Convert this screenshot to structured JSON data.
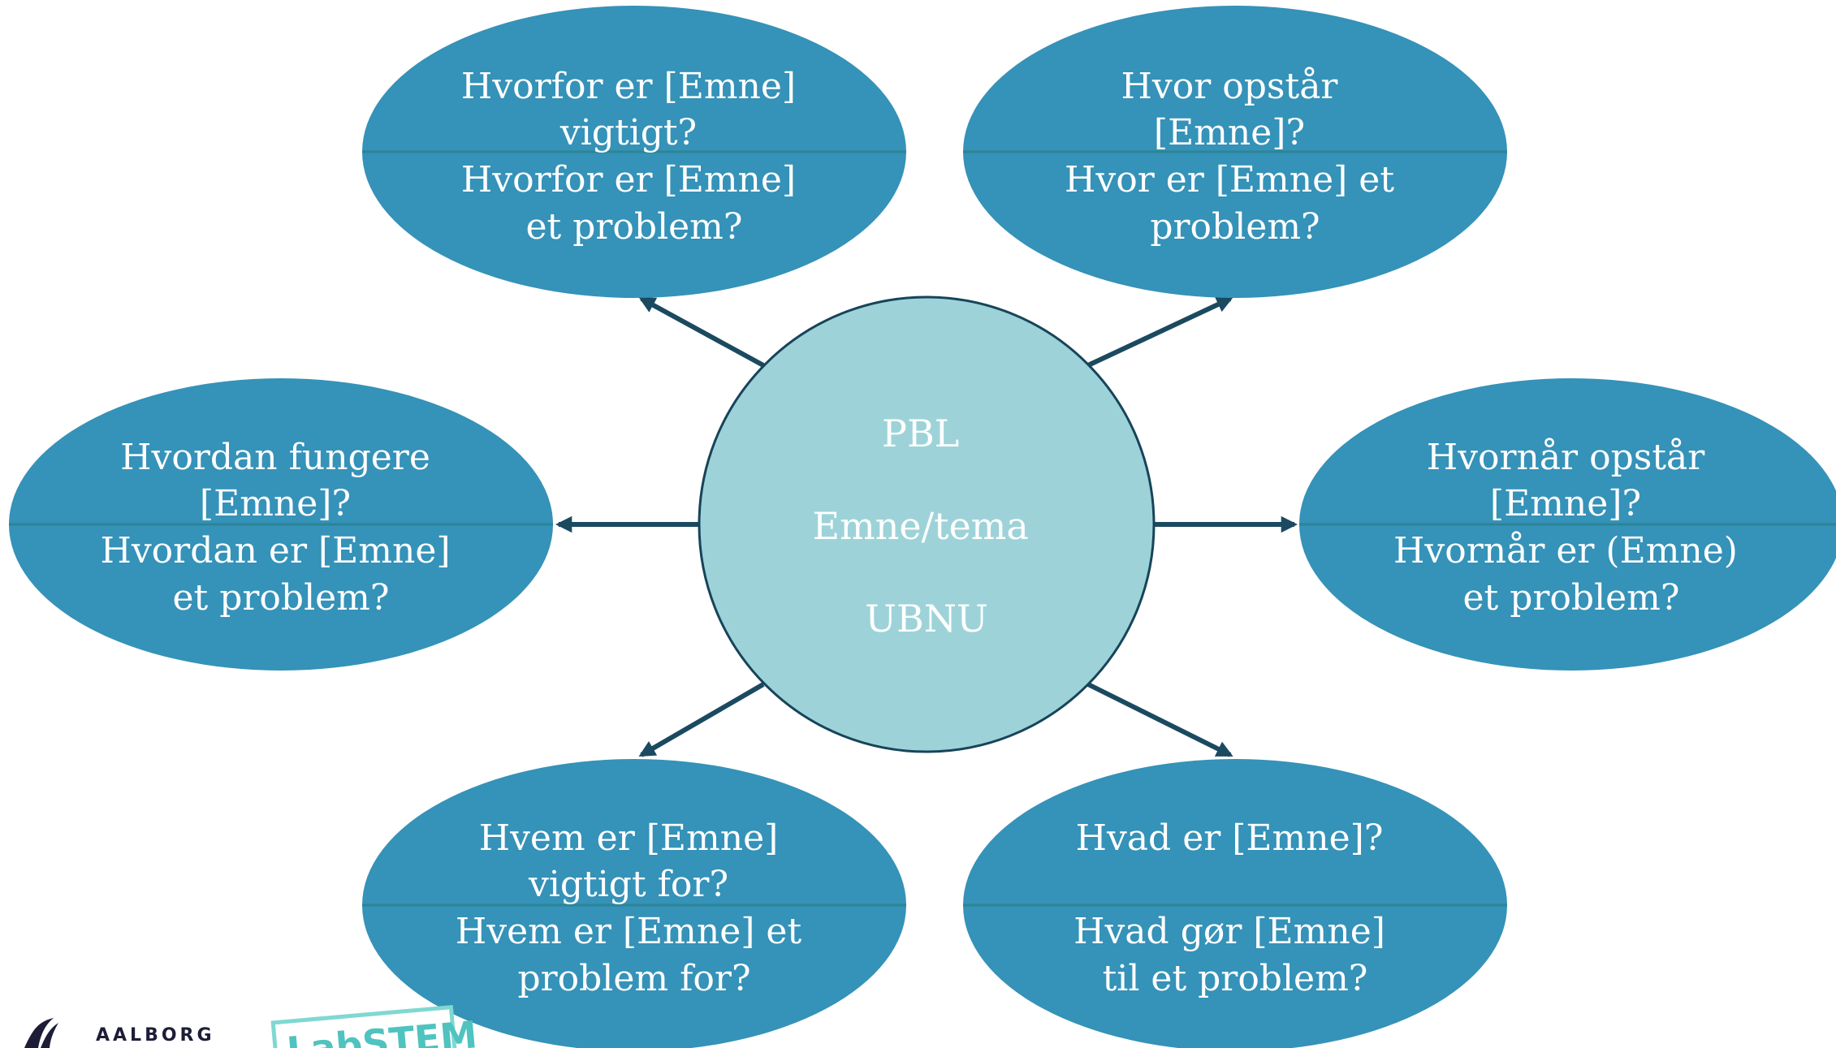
{
  "colors": {
    "ellipse_fill": "#3592b8",
    "ellipse_divider": "#2c8495",
    "center_fill": "#9dd3d8",
    "center_stroke": "#17445a",
    "arrow": "#1b4a60",
    "text": "#ffffff"
  },
  "center": {
    "lines": [
      "PBL",
      "Emne/tema",
      "UBNU"
    ]
  },
  "questions": {
    "top_left": {
      "lines": [
        "Hvorfor er [Emne]",
        "vigtigt?",
        "Hvorfor er [Emne]",
        "et problem?"
      ]
    },
    "top_right": {
      "lines": [
        "Hvor opstår",
        "[Emne]?",
        "Hvor er [Emne] et",
        "problem?"
      ]
    },
    "middle_left": {
      "lines": [
        "Hvordan fungere",
        "[Emne]?",
        "Hvordan er [Emne]",
        "et problem?"
      ]
    },
    "middle_right": {
      "lines": [
        "Hvornår opstår",
        "[Emne]?",
        "Hvornår er (Emne)",
        "et problem?"
      ]
    },
    "bottom_left": {
      "lines": [
        "Hvem er [Emne]",
        "vigtigt for?",
        "Hvem er [Emne] et",
        "problem for?"
      ]
    },
    "bottom_right": {
      "lines": [
        "Hvad er [Emne]?",
        "",
        "Hvad gør [Emne]",
        "til et problem?"
      ]
    }
  },
  "logos": {
    "aalborg": "AALBORG",
    "labstem": "LabSTEM"
  }
}
